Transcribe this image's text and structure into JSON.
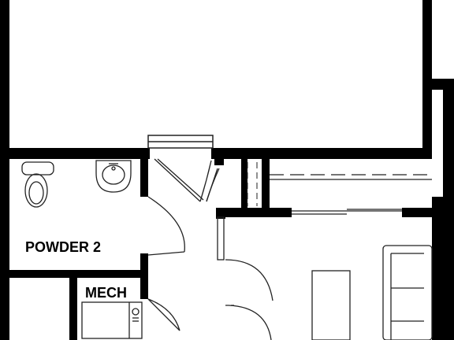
{
  "plan": {
    "rooms": [
      {
        "id": "powder-2",
        "label": "POWDER 2"
      },
      {
        "id": "mech",
        "label": "MECH"
      }
    ],
    "colors": {
      "wall": "#000000",
      "line": "#222222",
      "background": "#ffffff"
    },
    "fixtures": [
      "toilet",
      "sink",
      "water-heater",
      "sofa",
      "table",
      "closet-shelf"
    ]
  }
}
